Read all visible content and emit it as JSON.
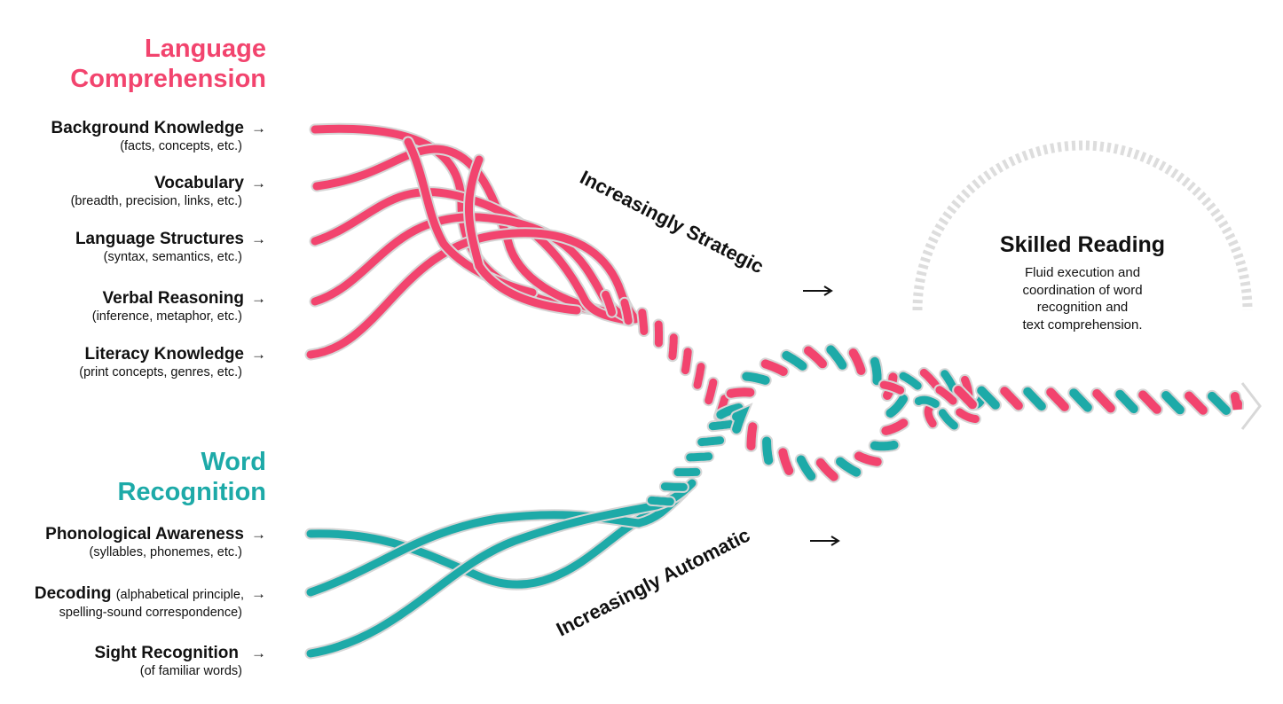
{
  "colors": {
    "language": "#F2446E",
    "word": "#1DAAA8",
    "outline": "#D6D6D6",
    "text": "#111111",
    "arc": "#DDDDDD"
  },
  "language_comprehension": {
    "title_line1": "Language",
    "title_line2": "Comprehension",
    "strands": [
      {
        "label": "Background Knowledge",
        "detail": "(facts, concepts, etc.)"
      },
      {
        "label": "Vocabulary",
        "detail": "(breadth, precision, links, etc.)"
      },
      {
        "label": "Language Structures",
        "detail": "(syntax, semantics, etc.)"
      },
      {
        "label": "Verbal Reasoning",
        "detail": "(inference, metaphor, etc.)"
      },
      {
        "label": "Literacy Knowledge",
        "detail": "(print concepts, genres, etc.)"
      }
    ]
  },
  "word_recognition": {
    "title_line1": "Word",
    "title_line2": "Recognition",
    "strands": [
      {
        "label": "Phonological Awareness",
        "detail": "(syllables, phonemes, etc.)"
      },
      {
        "label": "Decoding",
        "detail_inline": "(alphabetical principle,",
        "detail": "spelling-sound correspondence)"
      },
      {
        "label": "Sight Recognition",
        "detail": "(of familiar words)"
      }
    ]
  },
  "arrow_glyph": "→",
  "increasingly_strategic": "Increasingly Strategic",
  "increasingly_automatic": "Increasingly Automatic",
  "skilled_reading": {
    "title": "Skilled Reading",
    "desc_line1": "Fluid execution and",
    "desc_line2": "coordination of word",
    "desc_line3": "recognition and",
    "desc_line4": "text comprehension."
  }
}
